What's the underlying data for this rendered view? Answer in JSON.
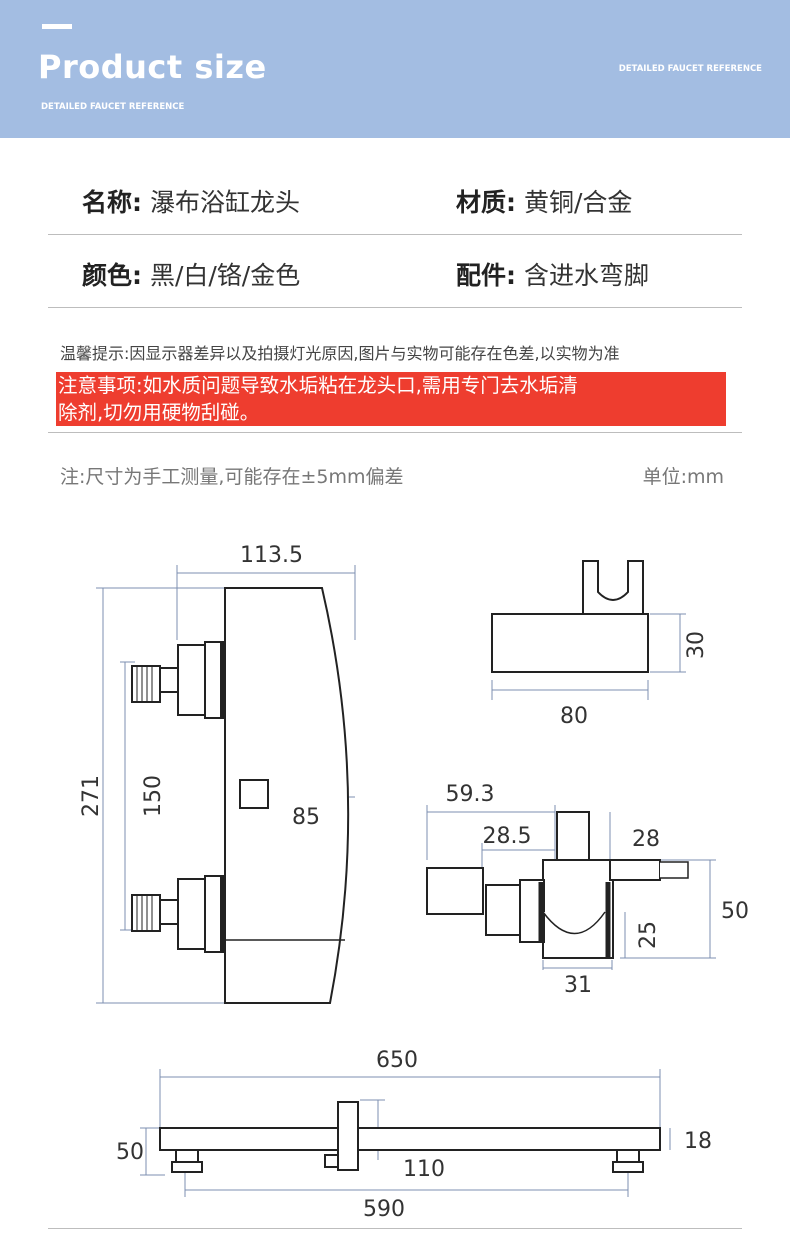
{
  "header": {
    "title": "Product size",
    "subtitle_left": "DETAILED FAUCET REFERENCE",
    "subtitle_right": "DETAILED FAUCET REFERENCE"
  },
  "specs": {
    "name_label": "名称:",
    "name_value": "瀑布浴缸龙头",
    "material_label": "材质:",
    "material_value": "黄铜/合金",
    "color_label": "颜色:",
    "color_value": "黑/白/铬/金色",
    "accessory_label": "配件:",
    "accessory_value": "含进水弯脚"
  },
  "tip": "温馨提示:因显示器差异以及拍摄灯光原因,图片与实物可能存在色差,以实物为准",
  "warning": {
    "line1": "注意事项:如水质问题导致水垢粘在龙头口,需用专门去水垢清",
    "line2": "除剂,切勿用硬物刮碰。"
  },
  "note": "注:尺寸为手工测量,可能存在±5mm偏差",
  "unit": "单位:mm",
  "dimensions": {
    "front_width": "113.5",
    "front_height": "271",
    "front_inlet_spacing": "150",
    "front_depth": "85",
    "holder_height": "30",
    "holder_width": "80",
    "side_total": "59.3",
    "side_offset": "28.5",
    "side_knob": "28",
    "side_height": "50",
    "side_lower": "25",
    "side_bottom": "31",
    "bar_total": "650",
    "bar_height": "50",
    "bar_thickness": "18",
    "bar_center": "110",
    "bar_leg_spacing": "590"
  }
}
